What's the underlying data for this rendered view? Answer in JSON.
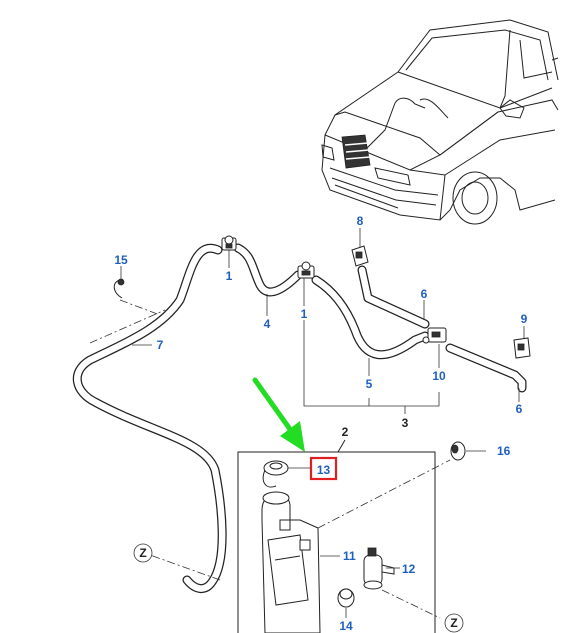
{
  "callouts": {
    "c1a": "1",
    "c1b": "1",
    "c2": "2",
    "c3": "3",
    "c4": "4",
    "c5": "5",
    "c6a": "6",
    "c6b": "6",
    "c7": "7",
    "c8": "8",
    "c9": "9",
    "c10": "10",
    "c11": "11",
    "c12": "12",
    "c13": "13",
    "c14": "14",
    "c15": "15",
    "c16": "16"
  },
  "ref_markers": {
    "z1": "Z",
    "z2": "Z"
  },
  "highlight": {
    "arrow_color": "#22dd22",
    "box_color": "#e02020",
    "target": "13"
  },
  "colors": {
    "callout_text": "#1f5fbf",
    "line_art": "#222222"
  },
  "icons": [
    "vehicle-illustration",
    "green-pointer-arrow"
  ]
}
